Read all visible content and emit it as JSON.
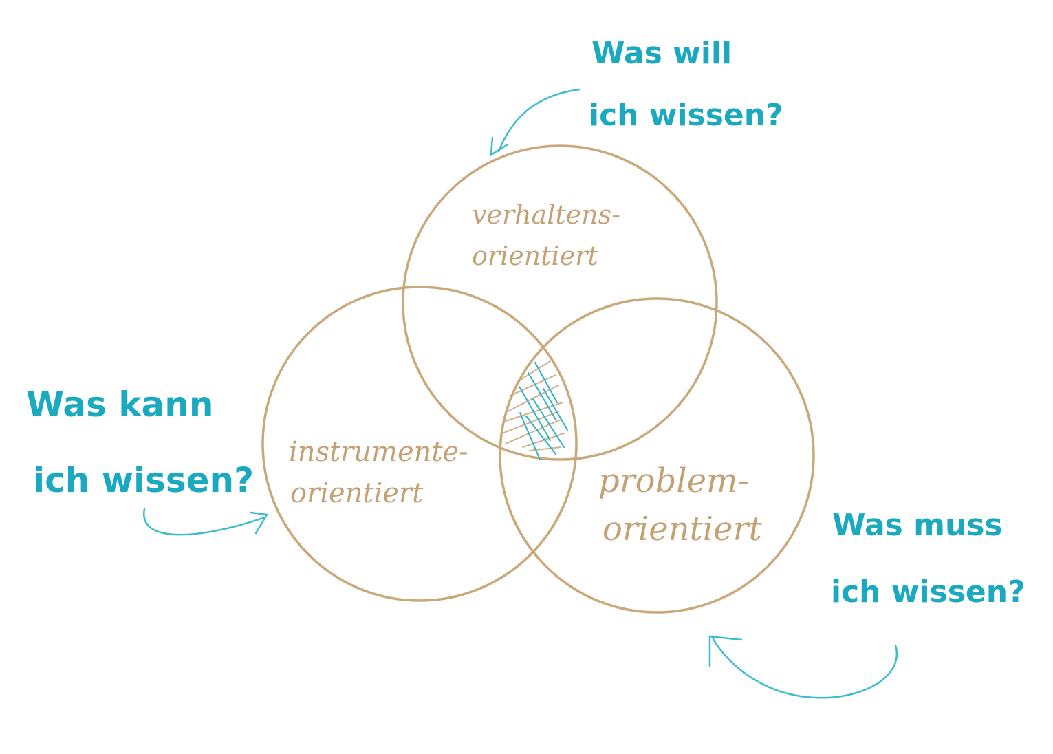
{
  "colors": {
    "circle": "#c9a87a",
    "question": "#1aa9bf",
    "label": "#c4a174",
    "hatch_gold": "#c9a27a",
    "hatch_teal": "#2bb3c2"
  },
  "circles": [
    {
      "id": "top",
      "label_lines": [
        "verhaltens-",
        "orientiert"
      ]
    },
    {
      "id": "left",
      "label_lines": [
        "instrumente-",
        "orientiert"
      ]
    },
    {
      "id": "right",
      "label_lines": [
        "problem-",
        "orientiert"
      ]
    }
  ],
  "questions": [
    {
      "id": "top",
      "lines": [
        "Was will",
        "ich wissen?"
      ]
    },
    {
      "id": "left",
      "lines": [
        "Was kann",
        "ich wissen?"
      ]
    },
    {
      "id": "right",
      "lines": [
        "Was muss",
        "ich wissen?"
      ]
    }
  ]
}
